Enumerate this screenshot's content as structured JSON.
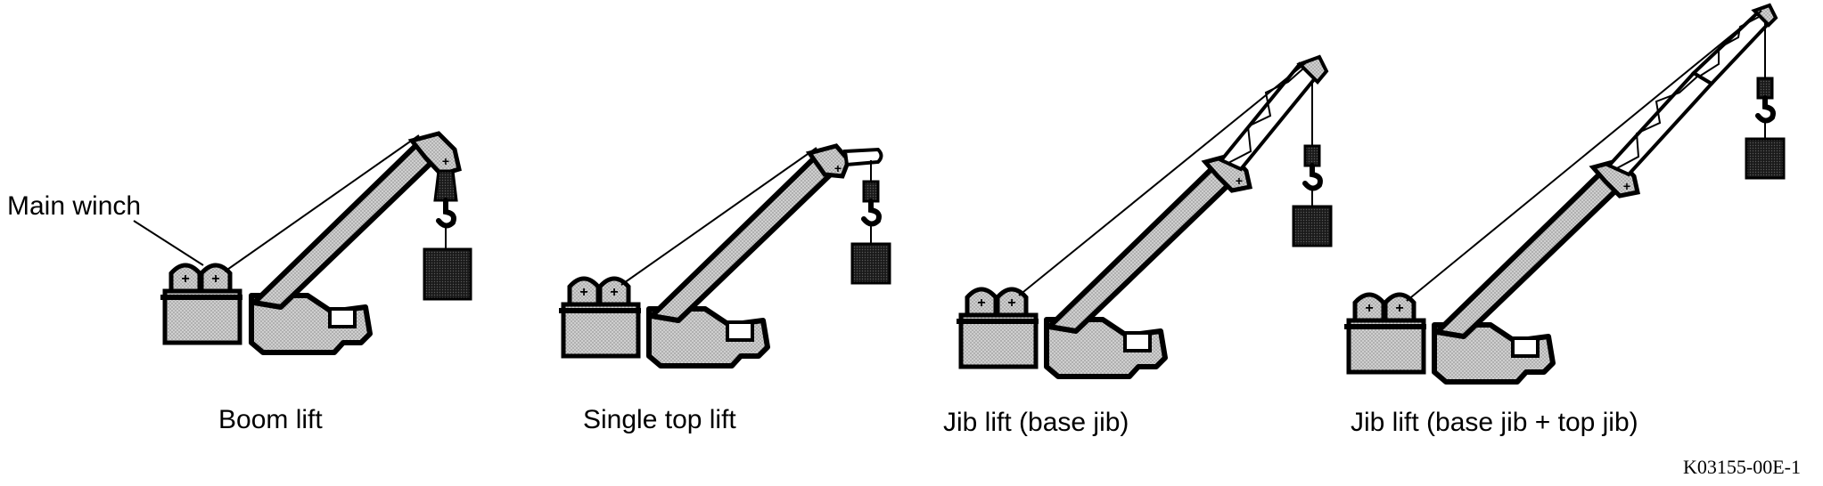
{
  "callout": {
    "main_winch": "Main winch"
  },
  "captions": {
    "boom_lift": "Boom lift",
    "single_top_lift": "Single top lift",
    "jib_lift_base": "Jib lift (base jib)",
    "jib_lift_base_top": "Jib lift (base jib + top jib)"
  },
  "figure_code": "K03155-00E-1",
  "colors": {
    "fill": "#c7c7c7",
    "outline": "#000000",
    "load": "#1f1f1f"
  }
}
